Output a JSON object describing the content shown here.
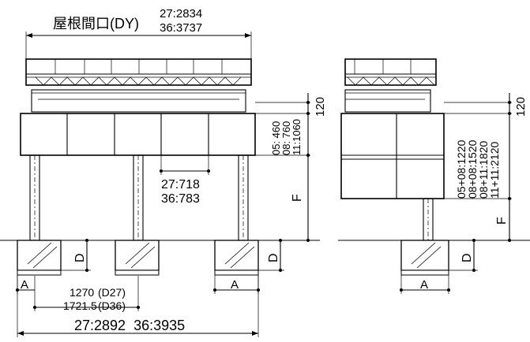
{
  "title": {
    "label": "屋根間口(DY)",
    "v27": "27:2834",
    "v36": "36:3737"
  },
  "support_spacing": {
    "v27": "27:718",
    "v36": "36:783"
  },
  "heights_front": {
    "h05": "05: 460",
    "h08": "08: 760",
    "h11": "11:1060"
  },
  "heights_side": {
    "h05": "05+08:1220",
    "h08": "08+08:1520",
    "h08b": "08+11:1820",
    "h11": "11+11:2120"
  },
  "dim_120": "120",
  "label_F": "F",
  "label_D": "D",
  "label_A": "A",
  "pitch": {
    "v27": "1270",
    "v27_tag": "(D27)",
    "v36": "1721.5",
    "v36_tag": "(D36)"
  },
  "total_width": "27:2892  36:3935"
}
